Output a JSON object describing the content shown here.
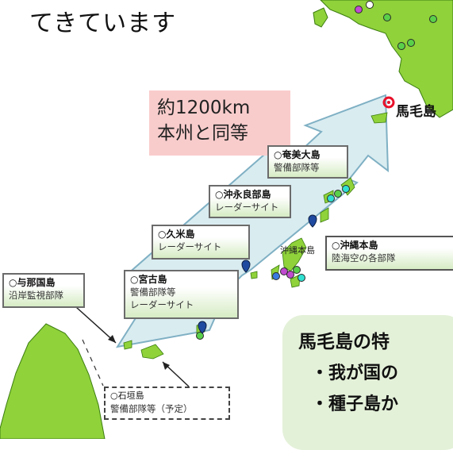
{
  "heading": "てきています",
  "distance": {
    "line1": "約1200km",
    "line2": "本州と同等"
  },
  "places": {
    "mage": "馬毛島",
    "okinawa_honto": "沖縄本島"
  },
  "labels": {
    "amami": {
      "title": "○奄美大島",
      "sub": "警備部隊等"
    },
    "okinoerabu": {
      "title": "○沖永良部島",
      "sub": "レーダーサイト"
    },
    "kume": {
      "title": "○久米島",
      "sub": "レーダーサイト"
    },
    "miyako": {
      "title": "○宮古島",
      "sub1": "警備部隊等",
      "sub2": "レーダーサイト"
    },
    "yonaguni": {
      "title": "○与那国島",
      "sub": "沿岸監視部隊"
    },
    "okinawa": {
      "title": "○沖縄本島",
      "sub": "陸海空の各部隊"
    },
    "ishigaki": {
      "title": "○石垣島",
      "sub": "警備部隊等（予定）"
    }
  },
  "features": {
    "title": "馬毛島の特",
    "bullets": [
      "・我が国の",
      "・種子島か"
    ]
  },
  "colors": {
    "land": "#8fd23a",
    "land_edge": "#3c7d10",
    "arrow": "#cfe7ec",
    "arrow_edge": "#7fb0c4",
    "target": "#e8102a"
  }
}
